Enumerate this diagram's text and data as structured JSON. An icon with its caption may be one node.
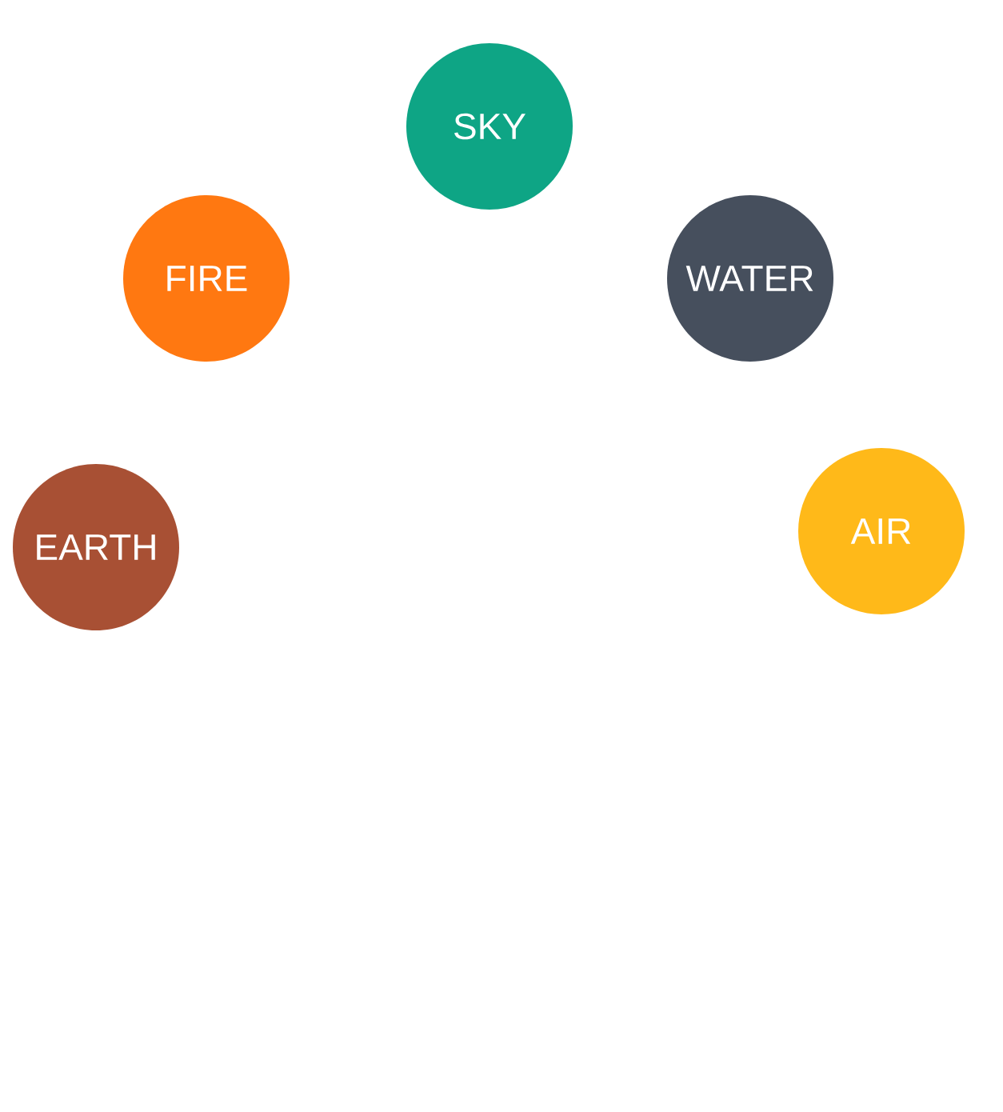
{
  "diagram": {
    "nodes": [
      {
        "text": [
          "SKY"
        ]
      },
      {
        "text": [
          "FIRE"
        ]
      },
      {
        "text": [
          "WATER"
        ]
      },
      {
        "text": [
          "EARTH"
        ]
      },
      {
        "text": [
          "AIR"
        ]
      }
    ]
  }
}
